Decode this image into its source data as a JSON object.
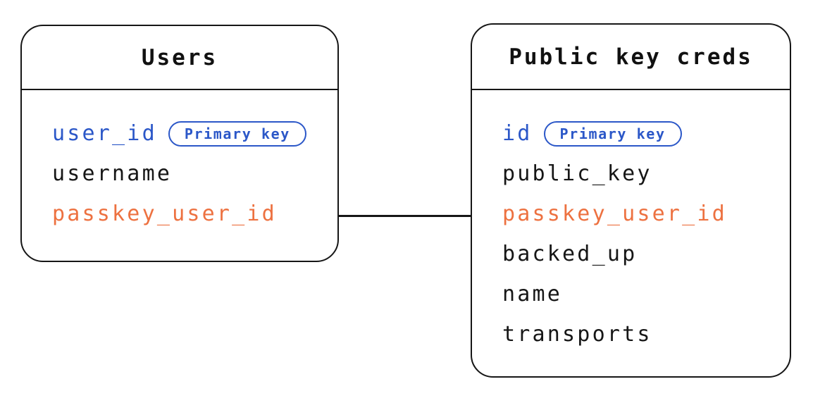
{
  "colors": {
    "background": "#ffffff",
    "stroke": "#161616",
    "primary_blue": "#2b57c8",
    "foreign_orange": "#ed7140"
  },
  "tables": [
    {
      "title": "Users",
      "fields": [
        {
          "name": "user_id",
          "color": "blue",
          "badge": "Primary key"
        },
        {
          "name": "username",
          "color": "black"
        },
        {
          "name": "passkey_user_id",
          "color": "orange"
        }
      ]
    },
    {
      "title": "Public key creds",
      "fields": [
        {
          "name": "id",
          "color": "blue",
          "badge": "Primary key"
        },
        {
          "name": "public_key",
          "color": "black"
        },
        {
          "name": "passkey_user_id",
          "color": "orange"
        },
        {
          "name": "backed_up",
          "color": "black"
        },
        {
          "name": "name",
          "color": "black"
        },
        {
          "name": "transports",
          "color": "black"
        }
      ]
    }
  ],
  "relation": {
    "joins": "Users.passkey_user_id - Public key creds.passkey_user_id"
  }
}
